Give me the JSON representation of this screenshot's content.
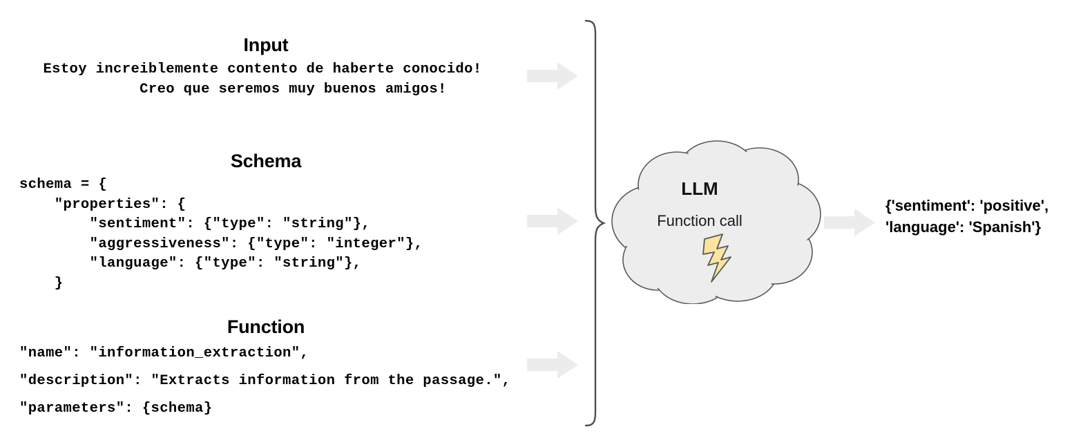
{
  "sections": {
    "input": {
      "heading": "Input",
      "body": "Estoy increiblemente contento de haberte conocido!\n       Creo que seremos muy buenos amigos!"
    },
    "schema": {
      "heading": "Schema",
      "body": "schema = {\n    \"properties\": {\n        \"sentiment\": {\"type\": \"string\"},\n        \"aggressiveness\": {\"type\": \"integer\"},\n        \"language\": {\"type\": \"string\"},\n    }"
    },
    "function": {
      "heading": "Function",
      "body": "\"name\": \"information_extraction\",\n\"description\": \"Extracts information from the passage.\",\n\"parameters\": {schema}"
    }
  },
  "model": {
    "title": "LLM",
    "subtitle": "Function call",
    "icon": "lightning-bolt-icon"
  },
  "output": {
    "text": "{'sentiment': 'positive',\n'language': 'Spanish'}"
  },
  "colors": {
    "arrow_fill": "#ececec",
    "cloud_fill": "#ededed",
    "cloud_stroke": "#595959",
    "bolt_fill": "#fae49f",
    "bolt_stroke": "#595959",
    "brace_stroke": "#4d4d4d",
    "text": "#000000",
    "background": "#ffffff"
  },
  "arrows": {
    "input_arrow": "arrow-right-icon",
    "schema_arrow": "arrow-right-icon",
    "function_arrow": "arrow-right-icon",
    "output_arrow": "arrow-right-icon"
  }
}
